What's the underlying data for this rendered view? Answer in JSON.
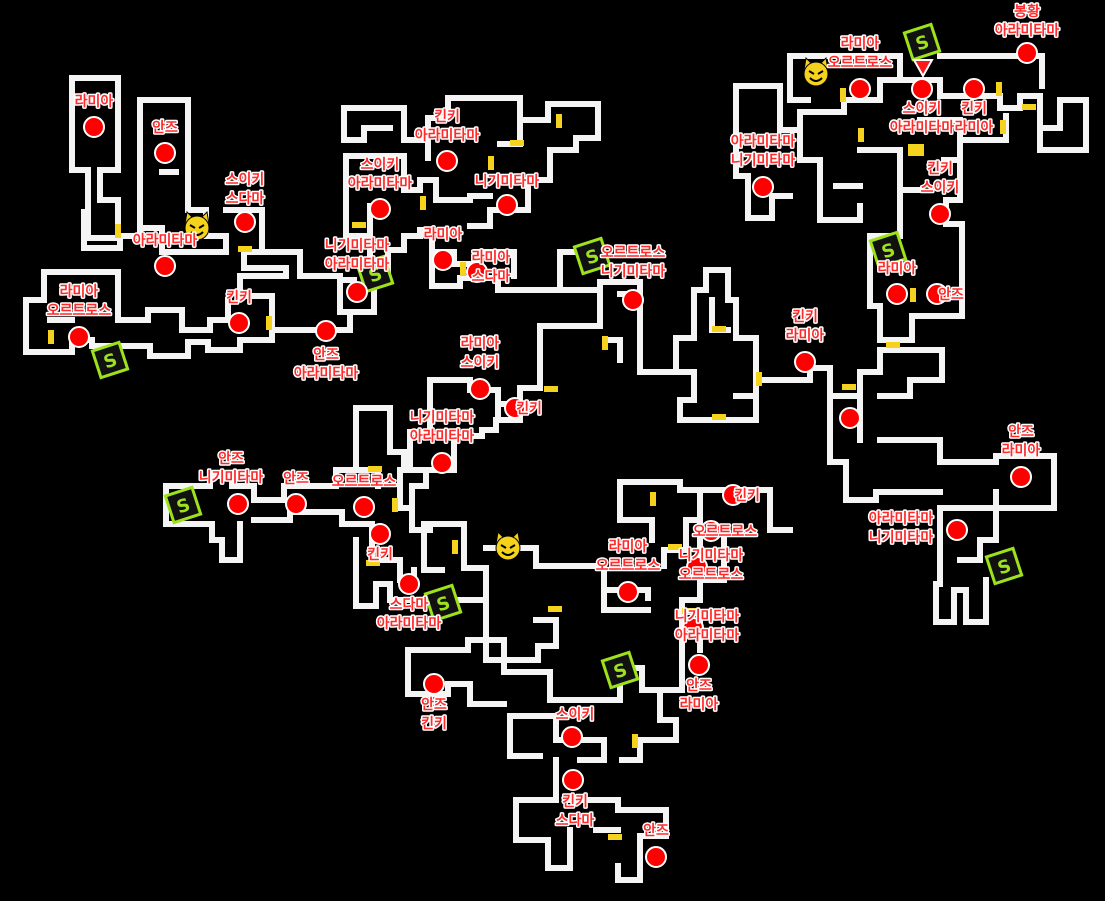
{
  "map": {
    "background": "#000000",
    "wall_color": "#f4f4f4",
    "door_color": "#f5d21b",
    "marker_color": "#ff0000",
    "label_color": "#ff2a2a",
    "save_color": "#9ee21c"
  },
  "icons": {
    "save_point": "S",
    "cat_icon": "cat-face-icon",
    "player_marker": "red-triangle-icon"
  },
  "markers": [
    {
      "lines": [
        "라미아"
      ]
    },
    {
      "lines": [
        "안즈"
      ]
    },
    {
      "lines": [
        "스이키",
        "스다마"
      ]
    },
    {
      "lines": [
        "아라미타마"
      ]
    },
    {
      "lines": [
        "라미아",
        "오르트로스"
      ]
    },
    {
      "lines": [
        "킨키"
      ]
    },
    {
      "lines": [
        "킨키",
        "아라미타마"
      ]
    },
    {
      "lines": [
        "스이키",
        "아라미타마"
      ]
    },
    {
      "lines": [
        "니기미타마"
      ]
    },
    {
      "lines": [
        "니기미타마",
        "아라미타마"
      ]
    },
    {
      "lines": [
        "라미아"
      ]
    },
    {
      "lines": [
        "라미아",
        "스다마"
      ]
    },
    {
      "lines": [
        "안즈",
        "아라미타마"
      ]
    },
    {
      "lines": [
        "오르트로스",
        "니기미타마"
      ]
    },
    {
      "lines": [
        "라미아",
        "스이키"
      ]
    },
    {
      "lines": [
        "킨키"
      ]
    },
    {
      "lines": [
        "니기미타마",
        "아라미타마"
      ]
    },
    {
      "lines": [
        "안즈",
        "니기미타마"
      ]
    },
    {
      "lines": [
        "안즈"
      ]
    },
    {
      "lines": [
        "오르트로스"
      ]
    },
    {
      "lines": [
        "킨키"
      ]
    },
    {
      "lines": [
        "스다마",
        "아라미타마"
      ]
    },
    {
      "lines": [
        "안즈",
        "킨키"
      ]
    },
    {
      "lines": [
        "라미아",
        "오르트로스"
      ]
    },
    {
      "lines": [
        "킨키"
      ]
    },
    {
      "lines": [
        "오르트로스"
      ]
    },
    {
      "lines": [
        "니기미타마",
        "오르트로스"
      ]
    },
    {
      "lines": [
        "니기미타마",
        "아라미타마"
      ]
    },
    {
      "lines": [
        "안즈",
        "라미아"
      ]
    },
    {
      "lines": [
        "스이키"
      ]
    },
    {
      "lines": [
        "킨키",
        "스다마"
      ]
    },
    {
      "lines": [
        "안즈"
      ]
    },
    {
      "lines": [
        "킨키",
        "라미아"
      ]
    },
    {
      "lines": []
    },
    {
      "lines": [
        "안즈",
        "라미아"
      ]
    },
    {
      "lines": [
        "아라미타마",
        "니기미타마"
      ]
    },
    {
      "lines": [
        "라미아",
        "오르트로스"
      ]
    },
    {
      "lines": [
        "스이키",
        "아라미타마"
      ]
    },
    {
      "lines": [
        "킨키",
        "라미아"
      ]
    },
    {
      "lines": [
        "봉황",
        "아라미타마"
      ]
    },
    {
      "lines": [
        "아라미타마",
        "니기미타마"
      ]
    },
    {
      "lines": [
        "킨키",
        "스이키"
      ]
    },
    {
      "lines": [
        "라미아"
      ]
    },
    {
      "lines": [
        "안즈"
      ]
    }
  ]
}
